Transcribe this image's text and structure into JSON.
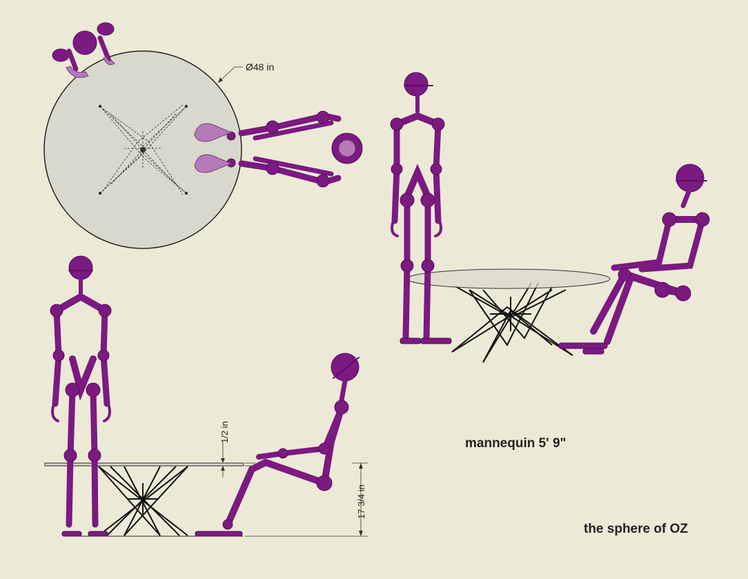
{
  "labels": {
    "diameter": "Ø48 in",
    "glass_thickness": "1/2 in",
    "table_height": "17 3/4 in",
    "mannequin": "mannequin 5' 9\"",
    "title": "the sphere of OZ"
  },
  "colors": {
    "background": "#ecead6",
    "mannequin": "#7b1a80",
    "glass": "#d9d8cc",
    "legs": "#111111"
  }
}
